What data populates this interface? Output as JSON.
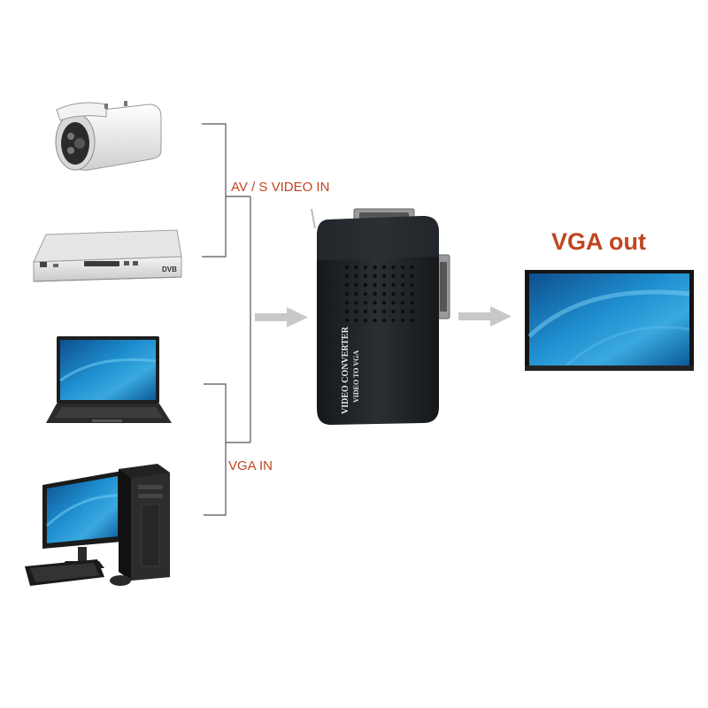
{
  "labels": {
    "av_in": "AV / S VIDEO IN",
    "vga_in": "VGA IN",
    "vga_out": "VGA out"
  },
  "device": {
    "line1": "VIDEO CONVERTER",
    "line2": "VIDEO TO VGA"
  },
  "dvd_logo": "DVB",
  "colors": {
    "label": "#c0451f",
    "arrow": "#c8c8c8",
    "bracket": "#555555",
    "screen": "#1b7fc2",
    "box": "#1f2327"
  }
}
